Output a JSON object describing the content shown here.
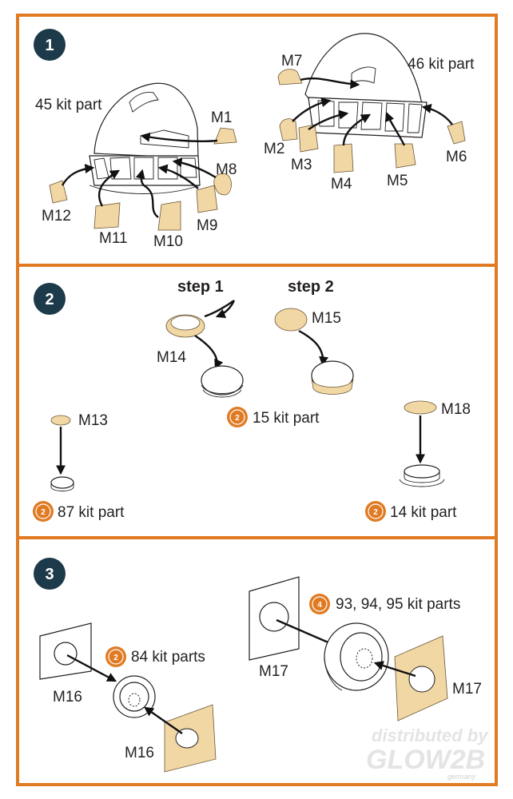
{
  "colors": {
    "frame": "#e07b24",
    "badge": "#1d3a4a",
    "tan_mask": "#f0d7a4",
    "orange_marker": "#e07b24"
  },
  "step1": {
    "number": "1",
    "kit45": "45 kit part",
    "kit46": "46 kit part",
    "labels": {
      "m1": "M1",
      "m2": "M2",
      "m3": "M3",
      "m4": "M4",
      "m5": "M5",
      "m6": "M6",
      "m7": "M7",
      "m8": "M8",
      "m9": "M9",
      "m10": "M10",
      "m11": "M11",
      "m12": "M12"
    }
  },
  "step2": {
    "number": "2",
    "sub_step1": "step 1",
    "sub_step2": "step 2",
    "m13": "M13",
    "m14": "M14",
    "m15": "M15",
    "m18": "M18",
    "kit15": "15 kit part",
    "kit87": "87 kit part",
    "kit14": "14 kit part",
    "marker_num": "2"
  },
  "step3": {
    "number": "3",
    "m16_a": "M16",
    "m16_b": "M16",
    "m17_a": "M17",
    "m17_b": "M17",
    "kit84": "84 kit parts",
    "kit93": "93, 94, 95 kit parts",
    "marker84_num": "2",
    "marker93_num": "4"
  },
  "watermark": {
    "line1": "distributed by",
    "line2": "GLOW2B",
    "line3": "germany"
  }
}
